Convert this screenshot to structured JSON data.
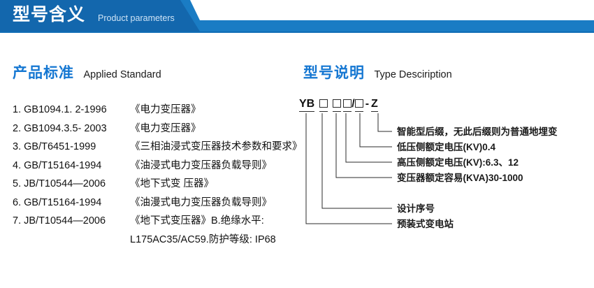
{
  "banner": {
    "title": "型号含义",
    "subtitle": "Product parameters",
    "color_dark": "#1367ad",
    "color_light": "#1a7cc4"
  },
  "sections": {
    "standards": {
      "heading_cn": "产品标准",
      "heading_en": "Applied Standard",
      "items": [
        {
          "index": "1.",
          "code": "GB1094.1. 2-1996",
          "name": "《电力变压器》"
        },
        {
          "index": "2.",
          "code": "GB1094.3.5- 2003",
          "name": "《电力变压器》"
        },
        {
          "index": "3.",
          "code": "GB/T6451-1999",
          "name": "《三相油浸式变压器技术参数和要求》"
        },
        {
          "index": "4.",
          "code": "GB/T15164-1994",
          "name": "《油浸式电力变压器负载导则》"
        },
        {
          "index": "5.",
          "code": "JB/T10544—2006",
          "name": "《地下式变 压器》"
        },
        {
          "index": "6.",
          "code": "GB/T15164-1994",
          "name": "《油漫式电力变压器负载导则》"
        },
        {
          "index": "7.",
          "code": "JB/T10544—2006",
          "name": "《地下式变压器》B.绝缘水平:"
        }
      ],
      "continuation": "L175AC35/AC59.防护等级: IP68"
    },
    "type_description": {
      "heading_cn": "型号说明",
      "heading_en": "Type Desciription",
      "code": {
        "prefix": "YB",
        "slash": "/",
        "dash": "-",
        "suffix": "Z"
      },
      "labels": [
        {
          "id": "smart-suffix",
          "text": "智能型后缀，无此后缀则为普通地埋变"
        },
        {
          "id": "lv-voltage",
          "text": "低压侧额定电压(KV)0.4"
        },
        {
          "id": "hv-voltage",
          "text": "高压侧额定电压(KV):6.3、12"
        },
        {
          "id": "rated-capacity",
          "text": "变压器额定容易(KVA)30-1000"
        },
        {
          "id": "design-serial",
          "text": "设计序号"
        },
        {
          "id": "substation",
          "text": "预装式变电站"
        }
      ]
    }
  }
}
